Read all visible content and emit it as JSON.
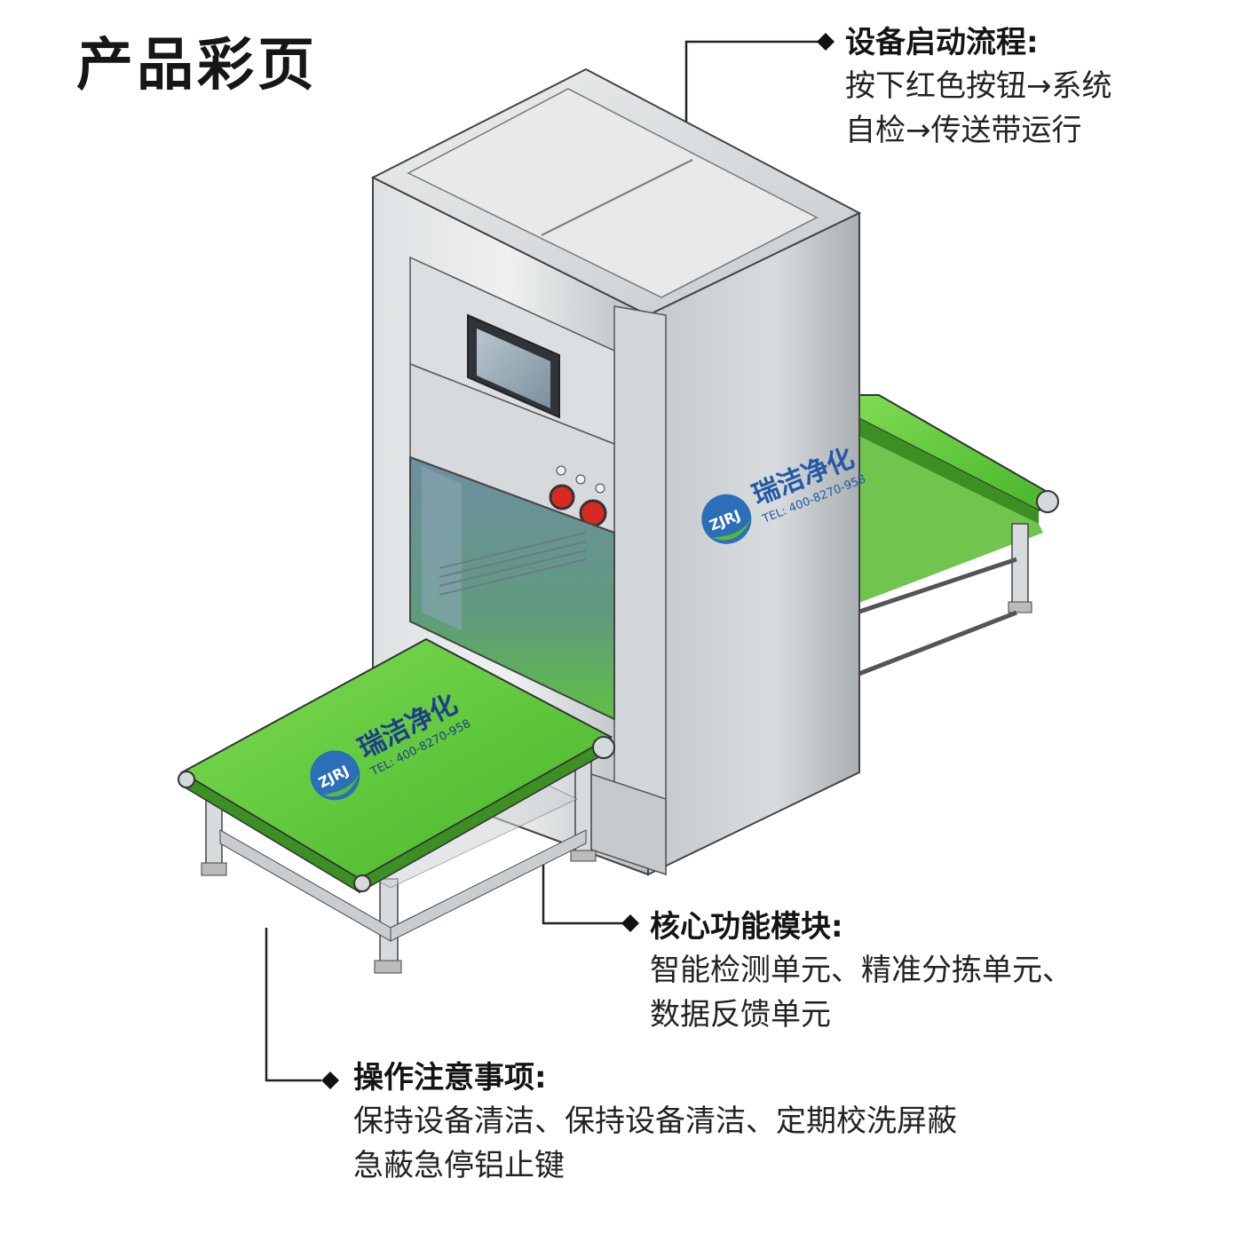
{
  "page": {
    "title": "产品彩页"
  },
  "brand": {
    "name": "瑞洁净化",
    "logo_text": "ZJRJ",
    "tel": "TEL: 400-8270-958"
  },
  "notes": {
    "startup": {
      "heading": "设备启动流程:",
      "lines": [
        "按下红色按钮→系统",
        "自检→传送带运行"
      ]
    },
    "core": {
      "heading": "核心功能模块:",
      "lines": [
        "智能检测单元、精准分拣单元、",
        "数据反馈单元"
      ]
    },
    "safety": {
      "heading": "操作注意事项:",
      "lines": [
        "保持设备清洁、保持设备清洁、定期校洗屏蔽",
        "急蔽急停铝止键"
      ]
    }
  },
  "colors": {
    "belt_green": "#5cc93a",
    "steel": "#c9cdd0",
    "button_red": "#d82a23",
    "screen": "#8fa3b0",
    "logo_blue": "#2b6fb8",
    "logo_green": "#5bb83a"
  },
  "icons": {
    "bullet": "diamond-icon",
    "logo": "zjrj-logo-icon"
  }
}
